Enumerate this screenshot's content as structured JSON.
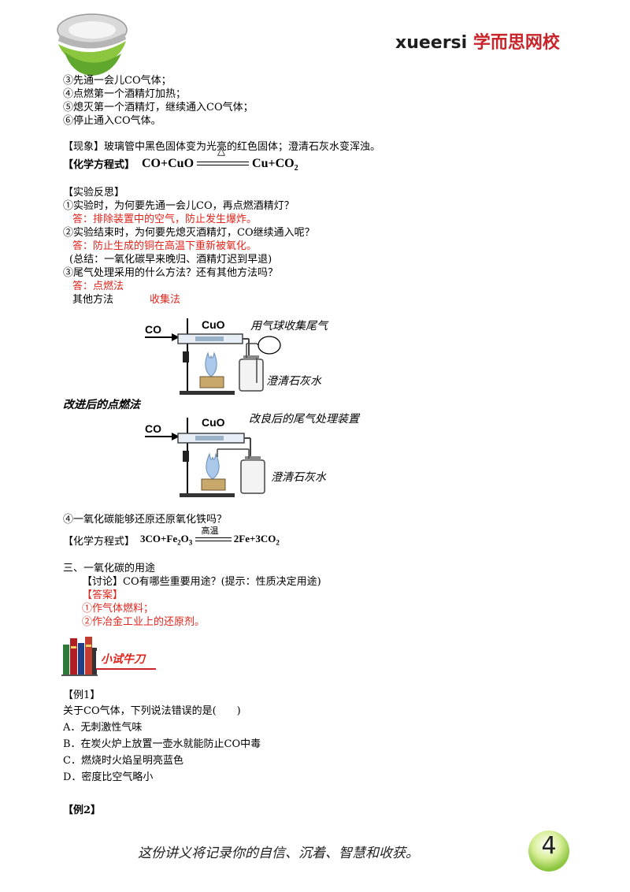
{
  "header": {
    "brand_latin": "xueersi",
    "brand_cn": "学而思网校"
  },
  "steps": [
    "③先通一会儿CO气体；",
    "④点燃第一个酒精灯加热；",
    "⑤熄灭第一个酒精灯，继续通入CO气体；",
    "⑥停止通入CO气体。"
  ],
  "phenomenon": "【现象】玻璃管中黑色固体变为光亮的红色固体；澄清石灰水变浑浊。",
  "equation1": {
    "label": "【化学方程式】",
    "left": "CO+CuO",
    "condition": "△",
    "right_main": "Cu+CO",
    "right_sub": "2"
  },
  "reflection": {
    "title": "【实验反思】",
    "q1": "①实验时，为何要先通一会儿CO，再点燃酒精灯？",
    "a1": "答：排除装置中的空气，防止发生爆炸。",
    "q2": "②实验结束时，为何要先熄灭酒精灯，CO继续通入呢？",
    "a2": "答：防止生成的铜在高温下重新被氧化。",
    "summary": "(总结：一氧化碳早来晚归、酒精灯迟到早退)",
    "q3": "③尾气处理采用的什么方法？还有其他方法吗？",
    "a3": "答：点燃法",
    "other_label": "其他方法",
    "other_answer": "收集法"
  },
  "diagram1": {
    "gas": "CO",
    "oxide": "CuO",
    "note": "用气球收集尾气",
    "bottle": "澄清石灰水"
  },
  "improved_label": "改进后的点燃法",
  "diagram2": {
    "gas": "CO",
    "oxide": "CuO",
    "note": "改良后的尾气处理装置",
    "bottle": "澄清石灰水"
  },
  "q4": "④一氧化碳能够还原还原氧化铁吗？",
  "equation2": {
    "label": "【化学方程式】",
    "left": "3CO+Fe",
    "left_sub1": "2",
    "left_mid": "O",
    "left_sub2": "3",
    "condition": "高温",
    "right_main": "2Fe+3CO",
    "right_sub": "2"
  },
  "section3": {
    "title": "三、一氧化碳的用途",
    "discussion": "【讨论】CO有哪些重要用途？(提示：性质决定用途)",
    "answer_label": "【答案】",
    "answer1": "①作气体燃料；",
    "answer2": "②作冶金工业上的还原剂。"
  },
  "practice_title": "小试牛刀",
  "example1": {
    "label": "【例1】",
    "question": "关于CO气体，下列说法错误的是(　　)",
    "options": [
      "A．无刺激性气味",
      "B．在炭火炉上放置一壶水就能防止CO中毒",
      "C．燃烧时火焰呈明亮蓝色",
      "D．密度比空气略小"
    ]
  },
  "example2": {
    "label": "【例2】"
  },
  "footer": {
    "slogan": "这份讲义将记录你的自信、沉着、智慧和收获。",
    "page": "4"
  },
  "colors": {
    "answer_red": "#e0241b",
    "brand_red": "#c8242a"
  }
}
